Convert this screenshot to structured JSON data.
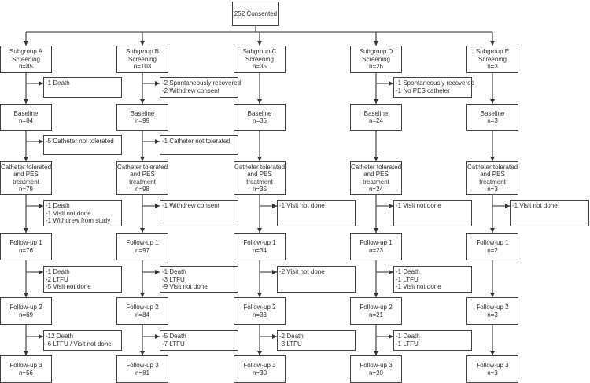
{
  "top": {
    "label": "252 Consented"
  },
  "columns": [
    {
      "stages": [
        [
          "Subgroup A",
          "Screening",
          "n=85"
        ],
        [
          "Baseline",
          "n=84"
        ],
        [
          "Catheter tolerated",
          "and PES",
          "treatment",
          "n=79"
        ],
        [
          "Follow-up 1",
          "n=76"
        ],
        [
          "Follow-up 2",
          "n=69"
        ],
        [
          "Follow-up 3",
          "n=56"
        ]
      ],
      "exclusions": [
        [
          "-1 Death"
        ],
        [
          "-5 Catheter not tolerated"
        ],
        [
          "-1 Death",
          "-1 Visit not done",
          "-1 Withdrew from study"
        ],
        [
          "-1 Death",
          "-2 LTFU",
          "-5 Visit not done"
        ],
        [
          "-12 Death",
          "-6 LTFU / Visit not done"
        ]
      ]
    },
    {
      "stages": [
        [
          "Subgroup B",
          "Screening",
          "n=103"
        ],
        [
          "Baseline",
          "n=99"
        ],
        [
          "Catheter tolerated",
          "and PES",
          "treatment",
          "n=98"
        ],
        [
          "Follow-up 1",
          "n=97"
        ],
        [
          "Follow-up 2",
          "n=84"
        ],
        [
          "Follow-up 3",
          "n=81"
        ]
      ],
      "exclusions": [
        [
          "-2 Spontaneously recovered",
          "-2 Withdrew consent"
        ],
        [
          "-1 Catheter not tolerated"
        ],
        [
          "-1 Withdrew  consent"
        ],
        [
          "-1 Death",
          "-3 LTFU",
          "-9 Visit not done"
        ],
        [
          "-5 Death",
          "-7 LTFU"
        ]
      ]
    },
    {
      "stages": [
        [
          "Subgroup C",
          "Screening",
          "n=35"
        ],
        [
          "Baseline",
          "n=35"
        ],
        [
          "Catheter tolerated",
          "and PES",
          "treatment",
          "n=35"
        ],
        [
          "Follow-up 1",
          "n=34"
        ],
        [
          "Follow-up 2",
          "n=33"
        ],
        [
          "Follow-up 3",
          "n=30"
        ]
      ],
      "exclusions": [
        null,
        null,
        [
          "-1 Visit not done"
        ],
        [
          "-2 Visit not done"
        ],
        [
          "-2 Death",
          "-3 LTFU"
        ]
      ]
    },
    {
      "stages": [
        [
          "Subgroup D",
          "Screening",
          "n=26"
        ],
        [
          "Baseline",
          "n=24"
        ],
        [
          "Catheter tolerated",
          "and PES",
          "treatment",
          "n=24"
        ],
        [
          "Follow-up 1",
          "n=23"
        ],
        [
          "Follow-up 2",
          "n=21"
        ],
        [
          "Follow-up 3",
          "n=20"
        ]
      ],
      "exclusions": [
        [
          "-1 Spontaneously recovered",
          "-1 No PES  catheter"
        ],
        null,
        [
          "-1 Visit not done"
        ],
        [
          "-1 Death",
          "-1 LTFU",
          "-1 Visit not done"
        ],
        [
          "-1 Death",
          "-1 LTFU"
        ]
      ]
    },
    {
      "stages": [
        [
          "Subgroup E",
          "Screening",
          "n=3"
        ],
        [
          "Baseline",
          "n=3"
        ],
        [
          "Catheter tolerated",
          "and PES",
          "treatment",
          "n=3"
        ],
        [
          "Follow-up 1",
          "n=2"
        ],
        [
          "Follow-up 2",
          "n=3"
        ],
        [
          "Follow-up 3",
          "n=3"
        ]
      ],
      "exclusions": [
        null,
        null,
        [
          "-1 Visit not done"
        ],
        null,
        null
      ]
    }
  ]
}
